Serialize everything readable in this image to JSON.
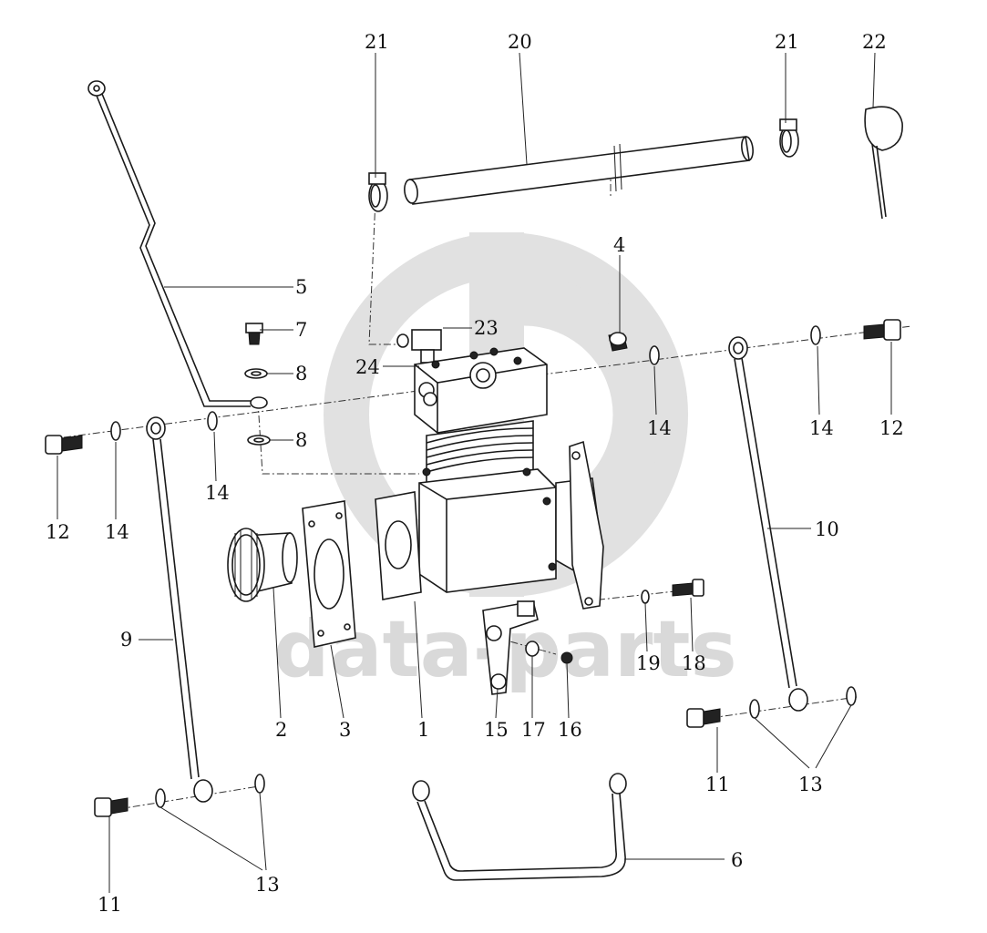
{
  "watermark": {
    "text": "data-parts",
    "color": "#d9d9d9"
  },
  "callouts": {
    "c1": "1",
    "c2": "2",
    "c3": "3",
    "c4": "4",
    "c5": "5",
    "c6": "6",
    "c7": "7",
    "c8a": "8",
    "c8b": "8",
    "c9": "9",
    "c10": "10",
    "c11a": "11",
    "c11b": "11",
    "c12a": "12",
    "c12b": "12",
    "c13a": "13",
    "c13b": "13",
    "c14a": "14",
    "c14b": "14",
    "c14c": "14",
    "c14d": "14",
    "c15": "15",
    "c16": "16",
    "c17": "17",
    "c18": "18",
    "c19": "19",
    "c20": "20",
    "c21a": "21",
    "c21b": "21",
    "c22": "22",
    "c23": "23",
    "c24": "24"
  }
}
